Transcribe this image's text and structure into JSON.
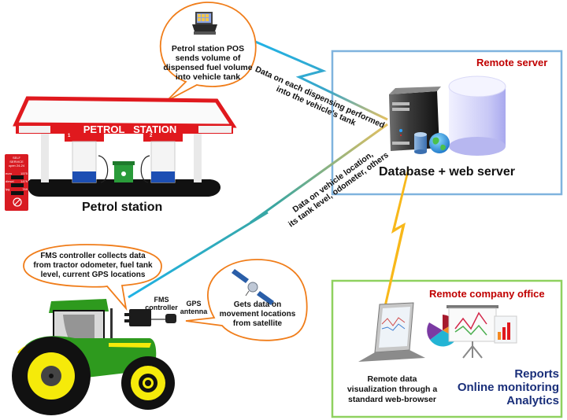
{
  "diagram": {
    "pos_bubble": {
      "lines": [
        "Petrol station POS",
        "sends volume of",
        "dispensed fuel volume",
        "into vehicle tank"
      ]
    },
    "petrol_station": {
      "canopy_sign": "PETROL   STATION",
      "pump_numbers": [
        "1",
        "2"
      ],
      "caption": "Petrol station",
      "price_board": {
        "header": [
          "SELF",
          "SERVICE"
        ],
        "hours": "open 24-24",
        "rows": [
          {
            "label": "euro",
            "value": "1575"
          },
          {
            "label": "diesel",
            "value": "1479"
          },
          {
            "label": "lpg",
            "value": "769"
          }
        ]
      }
    },
    "link_station_server": {
      "lines": [
        "Data on each dispensing performed",
        "into the vehicle's tank"
      ]
    },
    "link_tractor_server": {
      "lines": [
        "Data on vehicle location,",
        "its tank level, odometer, others"
      ]
    },
    "remote_server": {
      "title": "Remote server",
      "caption": "Database + web server",
      "border_color": "#7fb3de",
      "title_color": "#c00000"
    },
    "fms_bubble": {
      "lines": [
        "FMS controller collects data",
        "from tractor odometer, fuel tank",
        "level, current GPS locations"
      ]
    },
    "fms_controller_label": [
      "FMS",
      "controller"
    ],
    "gps_antenna_label": [
      "GPS",
      "antenna"
    ],
    "satellite_bubble": {
      "lines": [
        "Gets data on",
        "movement locations",
        "from satellite"
      ]
    },
    "remote_office": {
      "title": "Remote company office",
      "laptop_caption": [
        "Remote data",
        "visualization through a",
        "standard web-browser"
      ],
      "features": [
        "Reports",
        "Online monitoring",
        "Analytics"
      ],
      "border_color": "#8fd15f",
      "features_color": "#1a2f7a"
    },
    "colors": {
      "bubble_outline": "#f07d1a",
      "lightning_blue": "#1fb2e6",
      "lightning_orange": "#f8b81a",
      "canopy_red": "#e0191e",
      "tractor_green": "#2e9a1e",
      "tractor_yellow": "#f5ea0a"
    }
  }
}
